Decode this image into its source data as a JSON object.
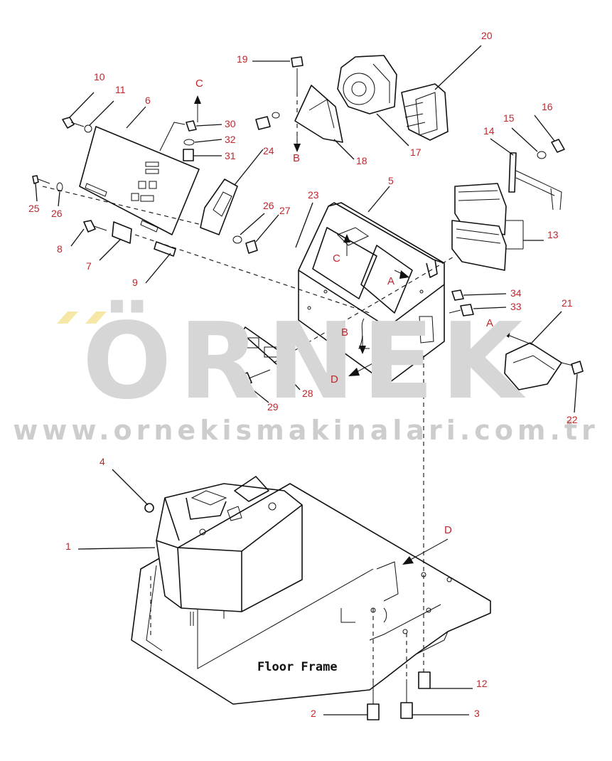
{
  "watermark": {
    "brand": "ÖRNEK",
    "url": "www.ornekismakinalari.com.tr",
    "brand_color": "#d6d6d6",
    "accent_color": "#f6e7a6"
  },
  "labels": {
    "floor_frame": "Floor Frame"
  },
  "callout_color": "#c0272d",
  "callouts": [
    "1",
    "2",
    "3",
    "4",
    "5",
    "6",
    "7",
    "8",
    "9",
    "10",
    "11",
    "12",
    "13",
    "14",
    "15",
    "16",
    "17",
    "18",
    "19",
    "20",
    "21",
    "22",
    "23",
    "24",
    "25",
    "26",
    "26",
    "27",
    "28",
    "29",
    "30",
    "31",
    "32",
    "33",
    "34"
  ],
  "reference_letters": [
    "A",
    "A",
    "B",
    "B",
    "C",
    "C",
    "D",
    "D"
  ]
}
